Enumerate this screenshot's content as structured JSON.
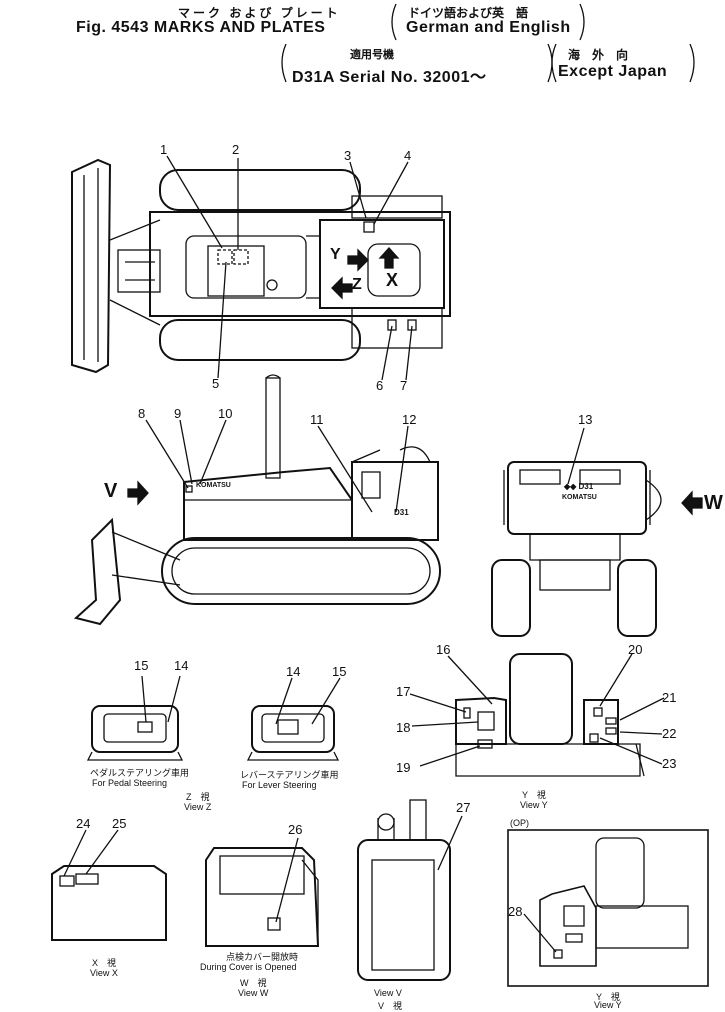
{
  "header": {
    "title_jp": "マーク および プレート",
    "title": "Fig. 4543 MARKS AND PLATES",
    "lang_jp": "ドイツ語および英　語",
    "lang": "German and English",
    "applicable_jp": "適用号機",
    "serial": "D31A Serial No. 32001～",
    "region_jp": "海　外　向",
    "region": "Except Japan"
  },
  "callouts": [
    "1",
    "2",
    "3",
    "4",
    "5",
    "6",
    "7",
    "8",
    "9",
    "10",
    "11",
    "12",
    "13",
    "14",
    "15",
    "16",
    "17",
    "18",
    "19",
    "20",
    "21",
    "22",
    "23",
    "24",
    "25",
    "26",
    "27",
    "28"
  ],
  "view_arrows": {
    "y": "Y",
    "z": "Z",
    "x": "X",
    "v": "V",
    "w": "W"
  },
  "machine_text": {
    "komatsu": "KOMATSU",
    "model": "D31",
    "model_arrow": "◆◆ D31"
  },
  "captions": {
    "pedal_jp": "ペダルステアリング車用",
    "pedal": "For Pedal Steering",
    "lever_jp": "レバーステアリング車用",
    "lever": "For Lever Steering",
    "view_z_jp": "Z　視",
    "view_z": "View Z",
    "view_y_jp": "Y　視",
    "view_y": "View Y",
    "view_x_jp": "X　視",
    "view_x": "View X",
    "cover_jp": "点検カバー開放時",
    "cover": "During Cover is Opened",
    "view_w_jp": "W　視",
    "view_w": "View W",
    "view_v": "View V",
    "view_v_jp": "V　視",
    "op": "(OP)",
    "view_y2_jp": "Y　視",
    "view_y2": "View Y"
  }
}
